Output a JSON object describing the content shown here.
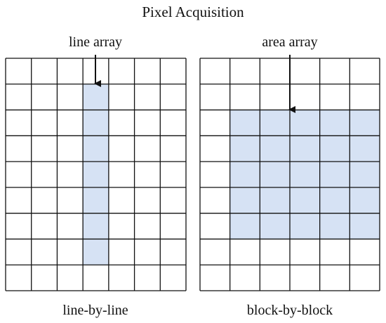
{
  "title": "Pixel Acquisition",
  "colors": {
    "highlight": "#d6e2f4",
    "grid": "#111111",
    "arrow": "#111111",
    "background": "#ffffff"
  },
  "panels": [
    {
      "id": "line",
      "arrow_label": "line array",
      "caption": "line-by-line",
      "rows": 9,
      "cols": 7,
      "highlighted_cells": {
        "rows_from": 1,
        "rows_to": 7,
        "cols_from": 3,
        "cols_to": 3
      },
      "arrow_target_col": 3,
      "arrow_target_row": 1
    },
    {
      "id": "area",
      "arrow_label": "area array",
      "caption": "block-by-block",
      "rows": 9,
      "cols": 6,
      "highlighted_cells": {
        "rows_from": 2,
        "rows_to": 6,
        "cols_from": 1,
        "cols_to": 5
      },
      "arrow_target_col": 3,
      "arrow_target_row": 2
    }
  ]
}
